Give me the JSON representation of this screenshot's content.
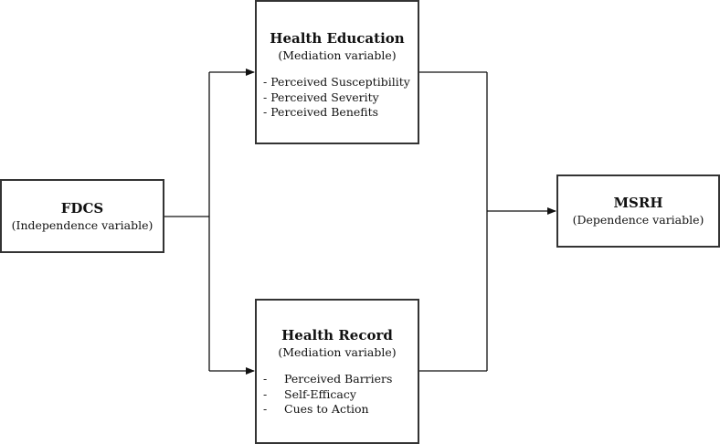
{
  "diagram": {
    "independent": {
      "title": "FDCS",
      "subtitle": "(Independence variable)"
    },
    "mediator_top": {
      "title": "Health Education",
      "subtitle": "(Mediation variable)",
      "items": [
        "- Perceived Susceptibility",
        "- Perceived Severity",
        "- Perceived Benefits"
      ]
    },
    "mediator_bottom": {
      "title": "Health Record",
      "subtitle": "(Mediation variable)",
      "items": [
        {
          "dash": "-",
          "text": "Perceived Barriers"
        },
        {
          "dash": "-",
          "text": "Self-Efficacy"
        },
        {
          "dash": "-",
          "text": "Cues to Action"
        }
      ]
    },
    "dependent": {
      "title": "MSRH",
      "subtitle": "(Dependence variable)"
    },
    "colors": {
      "stroke": "#333333",
      "background": "#ffffff",
      "text": "#111111"
    }
  }
}
